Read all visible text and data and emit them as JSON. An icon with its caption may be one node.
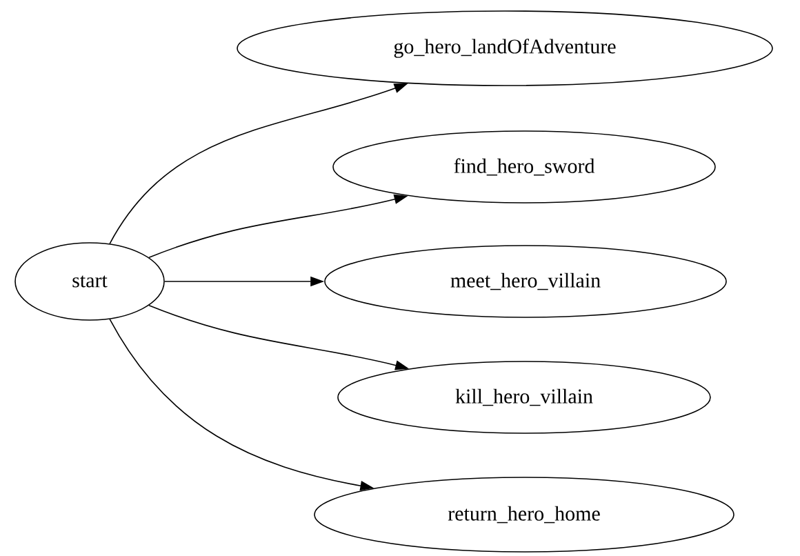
{
  "diagram": {
    "nodes": [
      {
        "text": [
          "start"
        ]
      },
      {
        "text": [
          "go_hero_landOfAdventure"
        ]
      },
      {
        "text": [
          "find_hero_sword"
        ]
      },
      {
        "text": [
          "meet_hero_villain"
        ]
      },
      {
        "text": [
          "kill_hero_villain"
        ]
      },
      {
        "text": [
          "return_hero_home"
        ]
      }
    ],
    "edges": [
      {
        "from": 0,
        "to": 1,
        "arrow": "to"
      },
      {
        "from": 0,
        "to": 2,
        "arrow": "to"
      },
      {
        "from": 0,
        "to": 3,
        "arrow": "to"
      },
      {
        "from": 0,
        "to": 4,
        "arrow": "to"
      },
      {
        "from": 0,
        "to": 5,
        "arrow": "to"
      }
    ]
  }
}
